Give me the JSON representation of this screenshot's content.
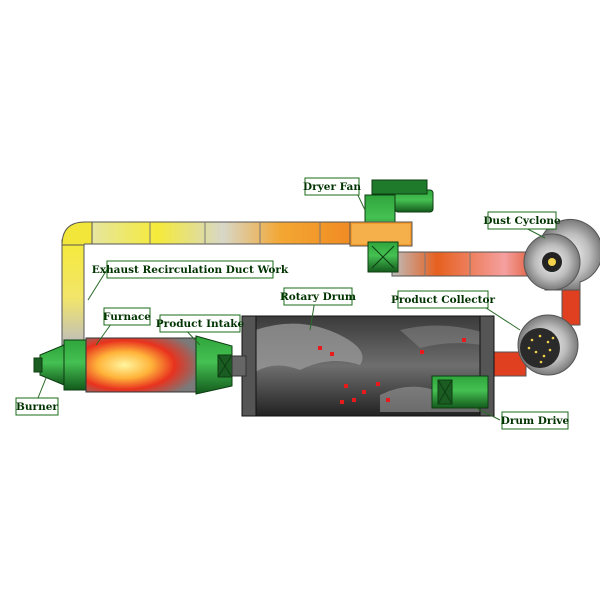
{
  "labels": {
    "dryer_fan": "Dryer Fan",
    "dust_cyclone": "Dust Cyclone",
    "exhaust_duct": "Exhaust Recirculation Duct Work",
    "rotary_drum": "Rotary Drum",
    "product_collector": "Product Collector",
    "furnace": "Furnace",
    "product_intake": "Product Intake",
    "burner": "Burner",
    "drum_drive": "Drum Drive"
  },
  "colors": {
    "machine_green": "#1f7a2c",
    "label_border": "#1a6b1a",
    "label_text": "#003300",
    "drum_dark": "#2b2b2b",
    "drum_light": "#8c8c8c",
    "duct_gray": "#9c9c9c",
    "duct_yellow": "#f2e63a",
    "duct_orange": "#f29a2a",
    "duct_red": "#e2401e",
    "particles": "#e81a1a"
  }
}
